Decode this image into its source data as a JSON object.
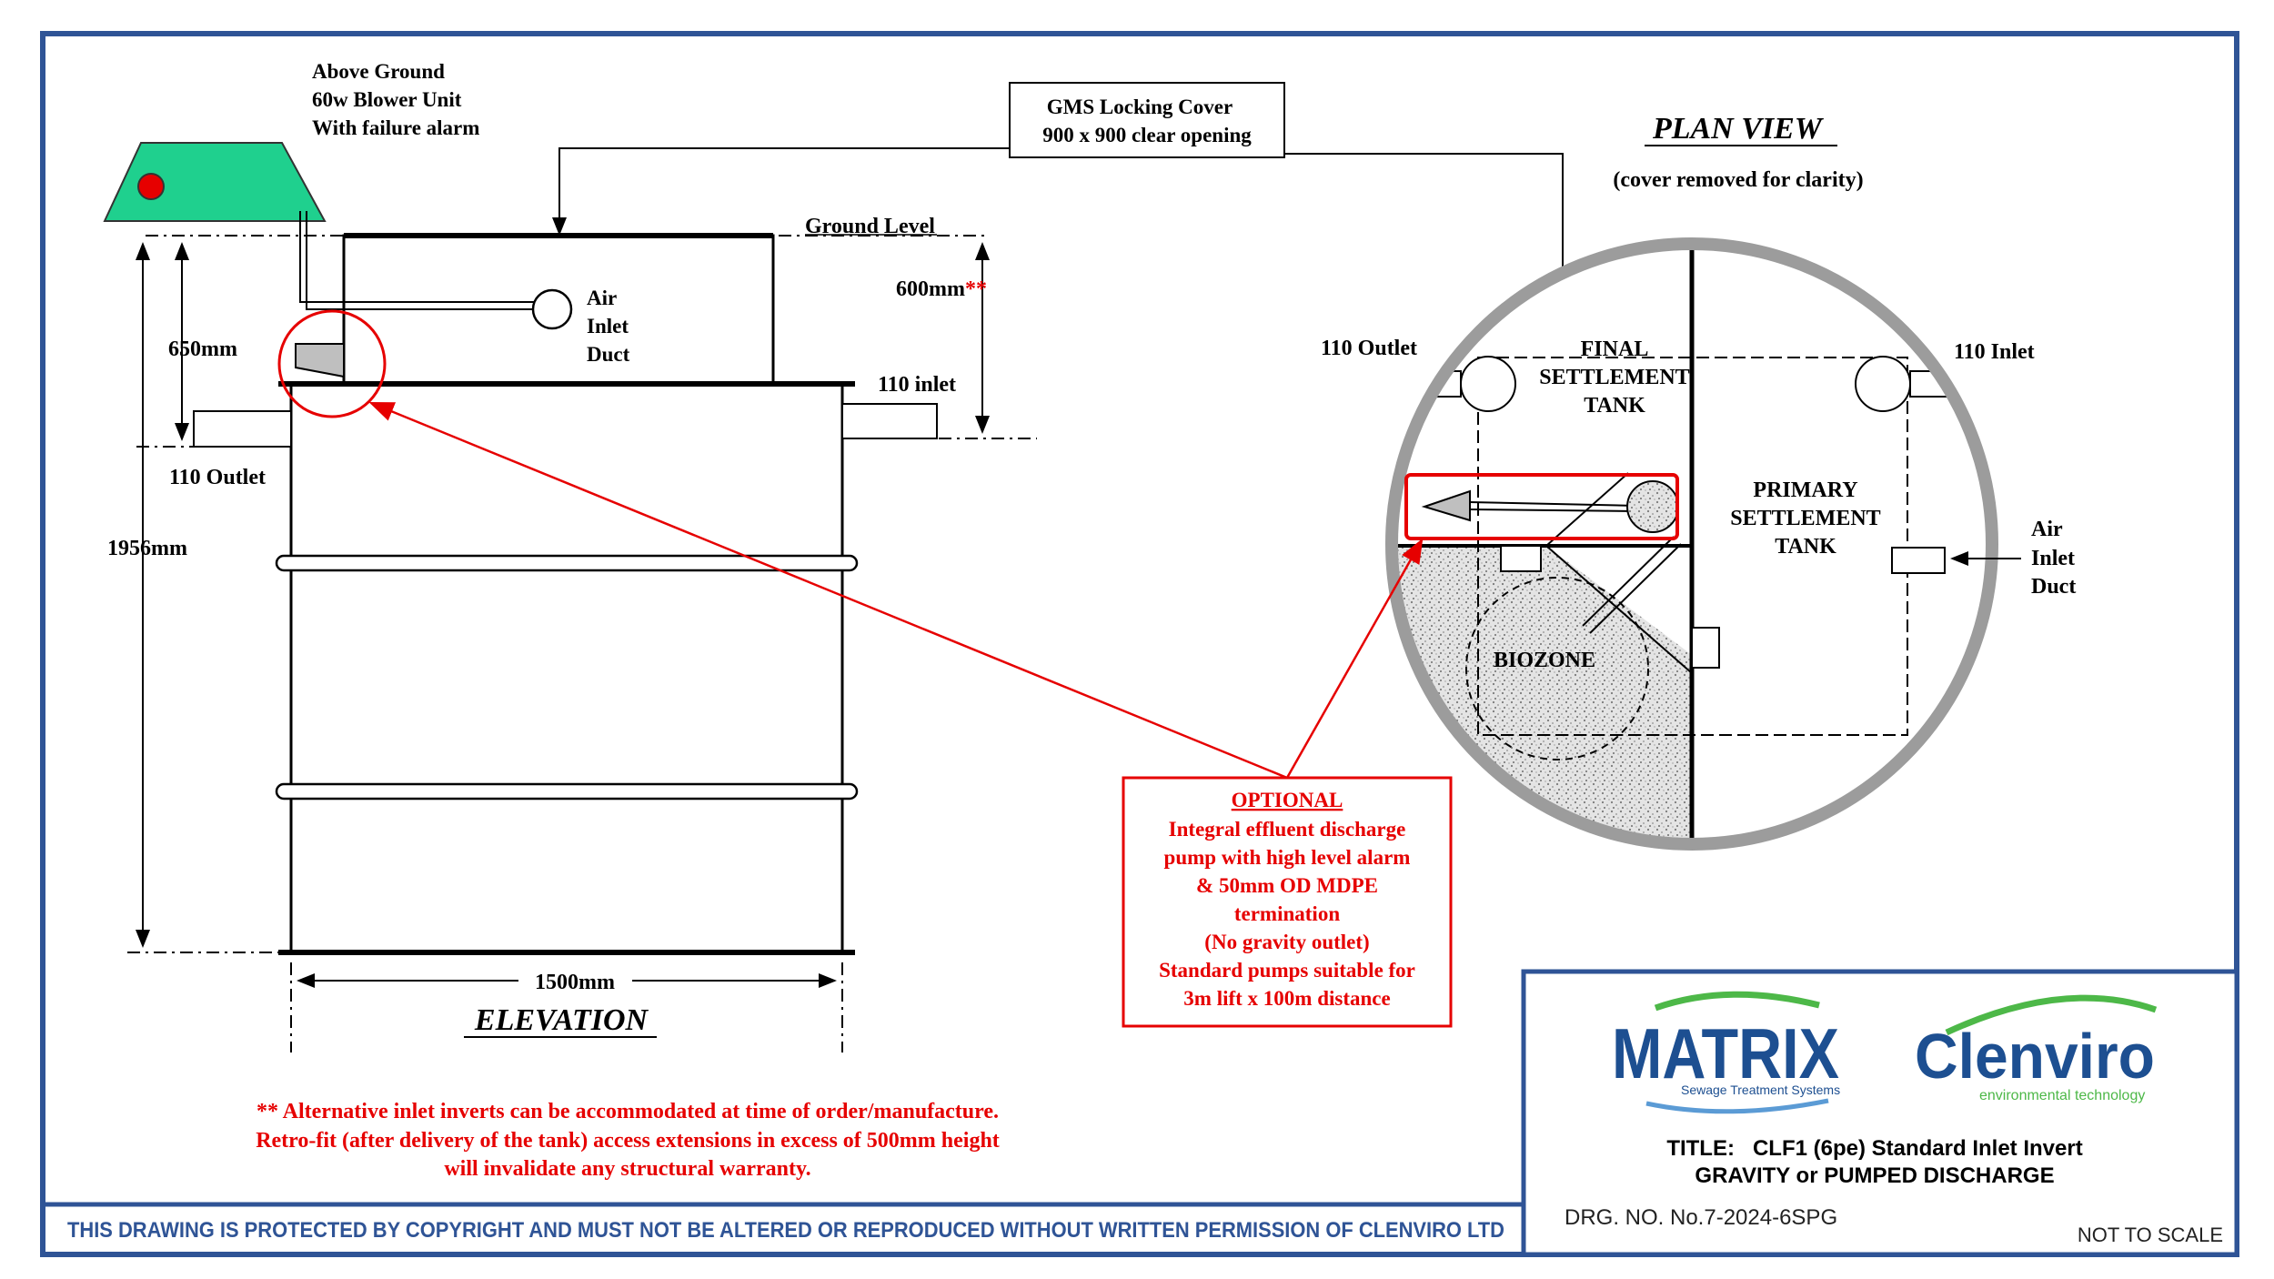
{
  "elevation": {
    "blower_label": [
      "Above Ground",
      "60w Blower Unit",
      "With failure alarm"
    ],
    "cover_label": [
      "GMS Locking Cover",
      "900 x 900 clear opening"
    ],
    "ground_level": "Ground Level",
    "dim_600": "600mm",
    "dim_600_mark": "**",
    "dim_650": "650mm",
    "dim_1956": "1956mm",
    "dim_1500": "1500mm",
    "air_inlet_duct": [
      "Air",
      "Inlet",
      "Duct"
    ],
    "inlet_110": "110 inlet",
    "outlet_110": "110 Outlet",
    "title": "ELEVATION"
  },
  "plan": {
    "title": "PLAN VIEW",
    "subtitle": "(cover removed for clarity)",
    "outlet_110": "110 Outlet",
    "inlet_110": "110 Inlet",
    "final_tank": [
      "FINAL",
      "SETTLEMENT",
      "TANK"
    ],
    "primary_tank": [
      "PRIMARY",
      "SETTLEMENT",
      "TANK"
    ],
    "air_inlet_duct": [
      "Air",
      "Inlet",
      "Duct"
    ],
    "biozone": "BIOZONE"
  },
  "optional_box": {
    "heading": "OPTIONAL",
    "lines": [
      "Integral effluent discharge",
      "pump with high level alarm",
      "& 50mm OD MDPE",
      "termination",
      "(No gravity outlet)",
      "Standard pumps suitable for",
      "3m lift x 100m distance"
    ]
  },
  "note": [
    "** Alternative inlet inverts can be accommodated at time of order/manufacture.",
    "Retro-fit (after delivery of the tank) access extensions in excess of 500mm height",
    "will invalidate any structural warranty."
  ],
  "copyright": "THIS DRAWING IS PROTECTED BY COPYRIGHT AND MUST NOT BE ALTERED OR REPRODUCED WITHOUT WRITTEN PERMISSION OF CLENVIRO LTD",
  "title_block": {
    "matrix_logo": "MATRIX",
    "matrix_tagline": "Sewage Treatment Systems",
    "clenviro_logo": "Clenviro",
    "clenviro_tagline": "environmental technology",
    "title_line1": "TITLE:   CLF1 (6pe) Standard Inlet Invert",
    "title_line2": "GRAVITY or PUMPED DISCHARGE",
    "drawing_number": "DRG. NO. No.7-2024-6SPG",
    "scale_note": "NOT TO SCALE"
  },
  "colors": {
    "border_blue": "#2F5496",
    "alert_red": "#E60000",
    "blower_green": "#1FD08E",
    "matrix_blue": "#1D4F91",
    "logo_green": "#4DB848"
  }
}
